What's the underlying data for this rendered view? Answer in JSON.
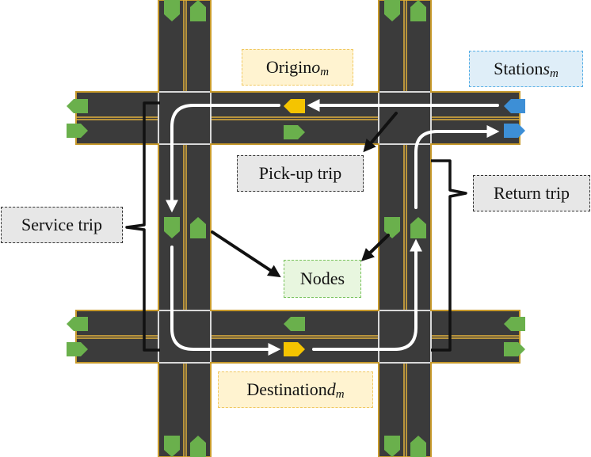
{
  "labels": {
    "origin_text": "Origin ",
    "origin_var": "o",
    "origin_sub": "m",
    "station_text": "Station ",
    "station_var": "s",
    "station_sub": "m",
    "pickup": "Pick-up trip",
    "return_trip": "Return trip",
    "service": "Service trip",
    "nodes": "Nodes",
    "dest_text": "Destination ",
    "dest_var": "d",
    "dest_sub": "m"
  },
  "colors": {
    "road": "#3b3b3b",
    "curb": "#c79a2c",
    "lane_yellow": "#e3b23c",
    "lane_white": "#d8d8d8",
    "node_green": "#6ab04c",
    "origin_yellow": "#f5c400",
    "station_blue": "#3d8fd6",
    "trip_arrow": "#ffffff",
    "pointer": "#111111"
  },
  "icons": [
    "node-marker-icon",
    "origin-marker-icon",
    "destination-marker-icon",
    "station-marker-icon",
    "trip-arrow-icon",
    "brace-icon"
  ]
}
